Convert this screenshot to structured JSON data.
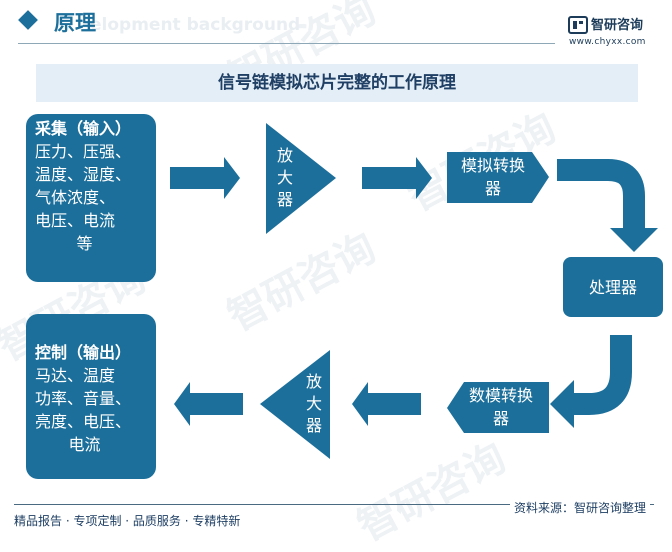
{
  "header": {
    "title": "原理",
    "watermark_text": "elopment background",
    "brand_name": "智研咨询",
    "brand_url": "www.chyxx.com"
  },
  "diagram": {
    "title": "信号链模拟芯片完整的工作原理",
    "input_box": {
      "heading": "采集（输入）",
      "body": "压力、压强、\n温度、湿度、\n气体浓度、\n电压、电流",
      "last": "等"
    },
    "amplifier_top": "放\n大\n器",
    "adc": "模拟转换器",
    "processor": "处理器",
    "dac": "数模转换器",
    "amplifier_bottom": "放\n大\n器",
    "output_box": {
      "heading": "控制（输出）",
      "body": "马达、温度\n功率、音量、\n亮度、电压、",
      "last": "电流"
    }
  },
  "footer": {
    "slogan": "精品报告 · 专项定制 · 品质服务 · 专精特新",
    "source": "资料来源：智研咨询整理"
  },
  "colors": {
    "primary": "#1c6f9b",
    "title_bar": "#e4eef6",
    "title_text": "#1f3f64"
  },
  "watermark": "智研咨询"
}
